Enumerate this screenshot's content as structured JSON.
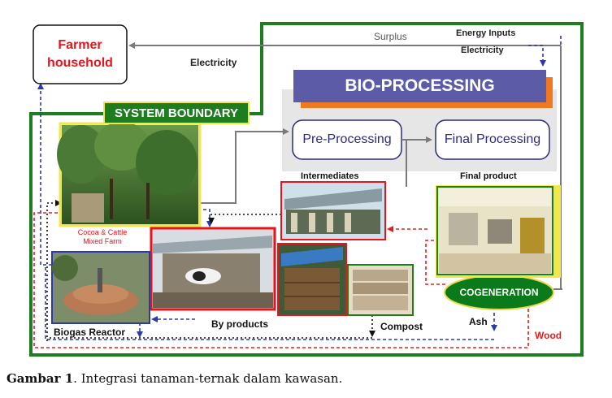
{
  "farmer_household": "Farmer household",
  "system_boundary": "SYSTEM BOUNDARY",
  "bio_processing": "BIO-PROCESSING",
  "pre_processing": "Pre-Processing",
  "final_processing": "Final Processing",
  "labels": {
    "surplus": "Surplus",
    "electricity_left": "Electricity",
    "energy_inputs": "Energy Inputs",
    "electricity_right": "Electricity",
    "intermediates": "Intermediates",
    "final_product": "Final product",
    "cocoa_farm": "Cocoa & Cattle Mixed Farm",
    "biogas_reactor": "Biogas Reactor",
    "by_products": "By products",
    "compost": "Compost",
    "ash": "Ash",
    "wood": "Wood",
    "cogeneration": "COGENERATION"
  },
  "caption": {
    "bold": "Gambar 1",
    "text": ". Integrasi tanaman-ternak dalam kawasan."
  },
  "colors": {
    "boundary_green": "#1e7d1e",
    "farmer_red": "#e8141b",
    "bio_purple": "#5b5ba8",
    "bio_orange": "#f07820",
    "cogen_green": "#0b7a1a",
    "dashed_blue": "#2c3aa8",
    "dashed_red": "#e0201c",
    "flow_gray": "#7a7a7a"
  }
}
